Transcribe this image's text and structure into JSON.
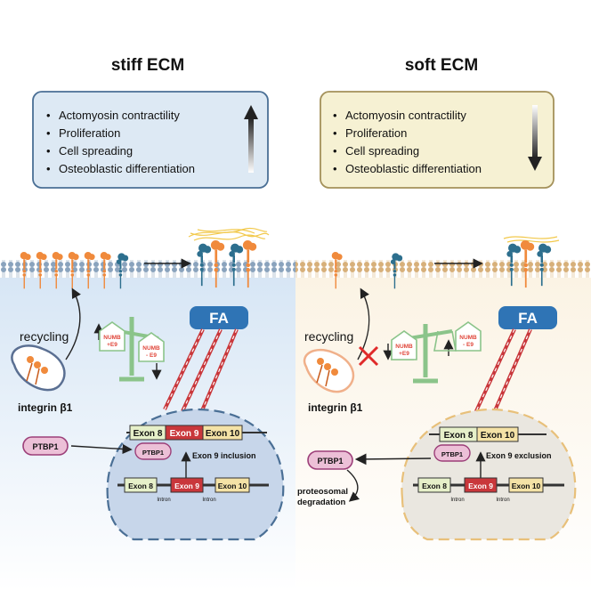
{
  "panels": {
    "left": {
      "title": "stiff ECM",
      "effects": [
        "Actomyosin contractility",
        "Proliferation",
        "Cell spreading",
        "Osteoblastic differentiation"
      ],
      "trend": "up",
      "recycling_label": "recycling",
      "integrin_label": "integrin β1",
      "fa_label": "FA",
      "numb_plus": [
        "NUMB",
        "+E9"
      ],
      "numb_minus": [
        "NUMB",
        "- E9"
      ],
      "ptbp1_label": "PTBP1",
      "ptbp1_bound_label": "PTBP1",
      "mrna_exons": [
        "Exon 8",
        "Exon 9",
        "Exon 10"
      ],
      "splice_label": "Exon 9 inclusion",
      "gene_exons": [
        "Exon 8",
        "Exon 9",
        "Exon 10"
      ],
      "intron_label": "Intron"
    },
    "right": {
      "title": "soft ECM",
      "effects": [
        "Actomyosin contractility",
        "Proliferation",
        "Cell spreading",
        "Osteoblastic differentiation"
      ],
      "trend": "down",
      "recycling_label": "recycling",
      "integrin_label": "integrin β1",
      "fa_label": "FA",
      "numb_plus": [
        "NUMB",
        "+E9"
      ],
      "numb_minus": [
        "NUMB",
        "- E9"
      ],
      "ptbp1_label": "PTBP1",
      "ptbp1_bound_label": "PTBP1",
      "mrna_exons": [
        "Exon 8",
        "Exon 10"
      ],
      "splice_label": "Exon 9 exclusion",
      "gene_exons": [
        "Exon 8",
        "Exon 9",
        "Exon 10"
      ],
      "intron_label": "Intron",
      "degradation_label": [
        "proteosomal",
        "degradation"
      ]
    }
  },
  "colors": {
    "stiff_box_fill": "#dde9f4",
    "stiff_box_stroke": "#4a6f95",
    "soft_box_fill": "#f6f1d3",
    "soft_box_stroke": "#a4915a",
    "integrin_orange": "#f08a3c",
    "integrin_teal": "#2d6f8e",
    "fa_blue": "#2f74b5",
    "scale_green": "#8bc48a",
    "numb_red": "#e0473b",
    "exon_green": "#e6f0c9",
    "exon_red": "#c9373b",
    "exon_yellow": "#f4e2a6",
    "ptbp1_pink": "#ecc0d7",
    "ptbp1_stroke": "#9c3f79"
  }
}
